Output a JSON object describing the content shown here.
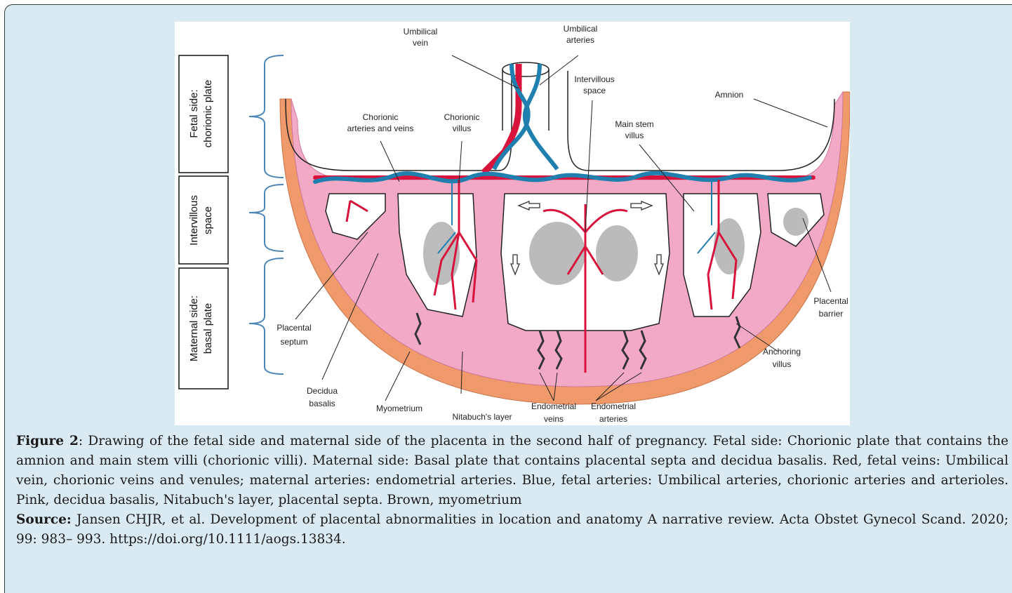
{
  "figure": {
    "side_labels": {
      "fetal": [
        "Fetal side:",
        "chorionic plate"
      ],
      "intervillous": [
        "Intervillous",
        "space"
      ],
      "maternal": [
        "Maternal side:",
        "basal plate"
      ]
    },
    "labels": {
      "umbilical_vein": [
        "Umbilical",
        "vein"
      ],
      "umbilical_arteries": [
        "Umbilical",
        "arteries"
      ],
      "intervillous_space": [
        "Intervillous",
        "space"
      ],
      "amnion": [
        "Amnion"
      ],
      "chorionic_arteries_veins": [
        "Chorionic",
        "arteries and veins"
      ],
      "chorionic_villus": [
        "Chorionic",
        "villus"
      ],
      "main_stem_villus": [
        "Main stem",
        "villus"
      ],
      "placental_septum": [
        "Placental",
        "septum"
      ],
      "decidua_basalis": [
        "Decidua",
        "basalis"
      ],
      "myometrium": [
        "Myometrium"
      ],
      "nitabuchs_layer": [
        "Nitabuch's layer"
      ],
      "endometrial_veins": [
        "Endometrial",
        "veins"
      ],
      "endometrial_arteries": [
        "Endometrial",
        "arteries"
      ],
      "anchoring_villus": [
        "Anchoring",
        "villus"
      ],
      "placental_barrier": [
        "Placental",
        "barrier"
      ]
    },
    "colors": {
      "fetal_vein_red": "#d8143c",
      "fetal_artery_blue": "#1f7fae",
      "decidua_pink": "#f2a9c6",
      "myometrium_orange": "#f0996a",
      "outline": "#222222"
    }
  },
  "caption": {
    "figure_label": "Figure 2",
    "figure_text": ": Drawing of the fetal side and maternal side of the placenta in the second half of pregnancy. Fetal side: Chorionic plate that contains the amnion and main stem villi (chorionic villi). Maternal side: Basal plate that contains placental septa and decidua basalis. Red, fetal veins: Umbilical vein, chorionic veins and venules; maternal arteries: endometrial arteries. Blue, fetal arteries: Umbilical arteries, chorionic arteries and arterioles. Pink, decidua basalis, Nitabuch's layer, placental septa. Brown, myometrium",
    "source_label": "Source:",
    "source_text": " Jansen CHJR, et al. Development of placental abnormalities in location and anatomy A narrative review. Acta Obstet Gynecol Scand. 2020; 99: 983– 993. https://doi.org/10.1111/aogs.13834."
  }
}
